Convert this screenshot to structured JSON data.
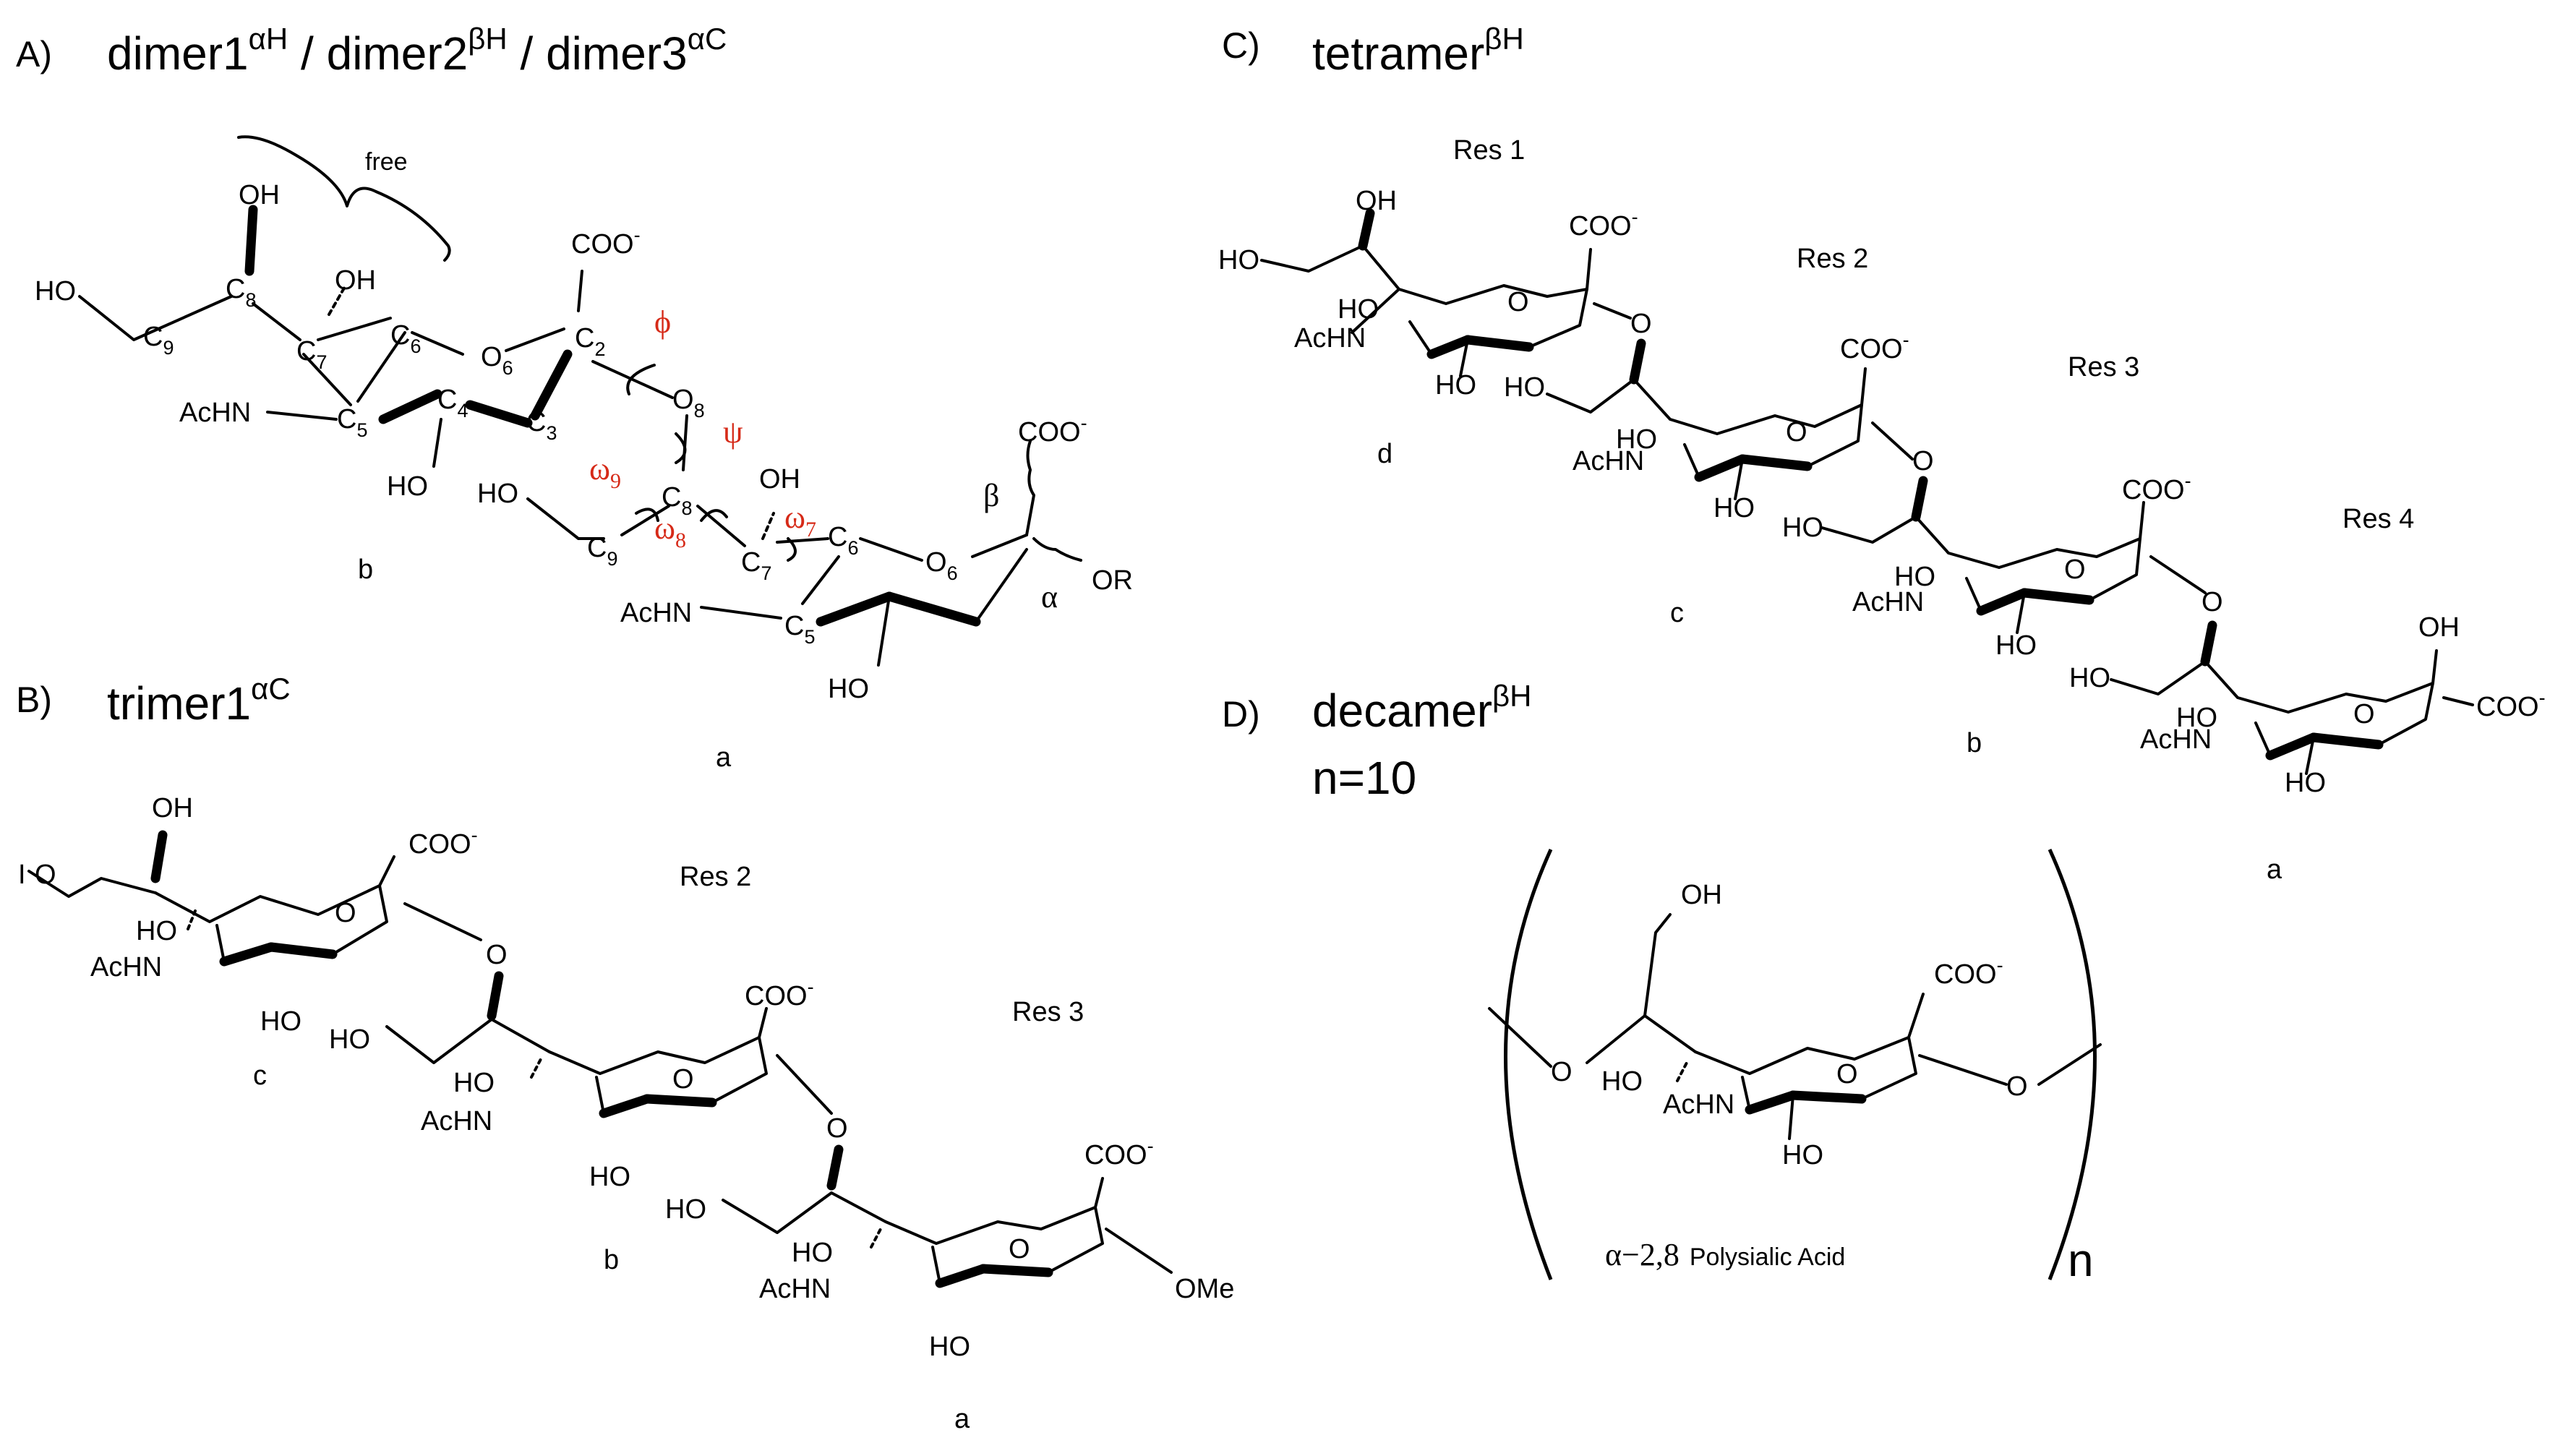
{
  "panels": {
    "A": {
      "letter": "A)",
      "t1": "dimer1",
      "s1": "αH",
      "sep1": " / dimer2",
      "s2": "βH",
      "sep2": " / dimer3",
      "s3": "αC"
    },
    "B": {
      "letter": "B)",
      "t1": "trimer1",
      "s1": "αC"
    },
    "C": {
      "letter": "C)",
      "t1": "tetramer",
      "s1": "βH"
    },
    "D": {
      "letter": "D)",
      "t1": "decamer",
      "s1": "βH",
      "n_label": "n=10"
    }
  },
  "labels": {
    "free": "free",
    "HO": "HO",
    "OH": "OH",
    "AcHN": "AcHN",
    "COO": "COO",
    "minus": "-",
    "OR": "OR",
    "OMe": "OMe",
    "O": "O",
    "C": "C",
    "I": "I",
    "n": "n",
    "residues": {
      "res1": "Res 1",
      "res2": "Res 2",
      "res3": "Res 3",
      "res4": "Res 4"
    },
    "letters": {
      "a": "a",
      "b": "b",
      "c": "c",
      "d": "d"
    },
    "greek": {
      "phi": "ϕ",
      "psi": "ψ",
      "omega": "ω",
      "alpha": "α",
      "beta": "β"
    },
    "subs": {
      "s2": "2",
      "s3": "3",
      "s4": "4",
      "s5": "5",
      "s6": "6",
      "s7": "7",
      "s8": "8",
      "s9": "9"
    },
    "polysialic": {
      "prefix": "α−2,8",
      "name": "Polysialic Acid"
    }
  },
  "colors": {
    "torsion": "#d62a18",
    "ink": "#000000"
  }
}
